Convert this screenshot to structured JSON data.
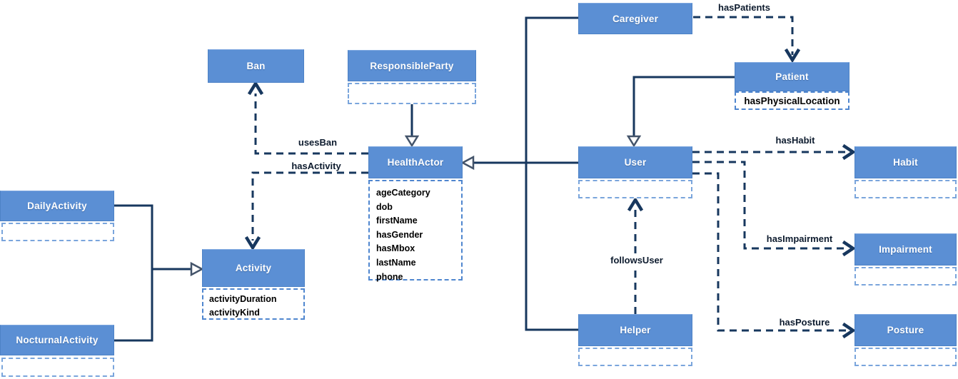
{
  "classes": {
    "ban": {
      "name": "Ban"
    },
    "responsible_party": {
      "name": "ResponsibleParty",
      "attributes": []
    },
    "health_actor": {
      "name": "HealthActor",
      "attributes": [
        "ageCategory",
        "dob",
        "firstName",
        "hasGender",
        "hasMbox",
        "lastName",
        "phone"
      ]
    },
    "caregiver": {
      "name": "Caregiver"
    },
    "patient": {
      "name": "Patient",
      "attributes": [
        "hasPhysicalLocation"
      ]
    },
    "user": {
      "name": "User",
      "attributes": []
    },
    "helper": {
      "name": "Helper",
      "attributes": []
    },
    "habit": {
      "name": "Habit",
      "attributes": []
    },
    "impairment": {
      "name": "Impairment",
      "attributes": []
    },
    "posture": {
      "name": "Posture",
      "attributes": []
    },
    "daily_activity": {
      "name": "DailyActivity",
      "attributes": []
    },
    "nocturnal_activity": {
      "name": "NocturnalActivity",
      "attributes": []
    },
    "activity": {
      "name": "Activity",
      "attributes": [
        "activityDuration",
        "activityKind"
      ]
    }
  },
  "relations": {
    "uses_ban": {
      "label": "usesBan",
      "from": "HealthActor",
      "to": "Ban",
      "style": "dashed-arrow"
    },
    "has_activity": {
      "label": "hasActivity",
      "from": "HealthActor",
      "to": "Activity",
      "style": "dashed-arrow"
    },
    "has_patients": {
      "label": "hasPatients",
      "from": "Caregiver",
      "to": "Patient",
      "style": "dashed-arrow"
    },
    "follows_user": {
      "label": "followsUser",
      "from": "Helper",
      "to": "User",
      "style": "dashed-arrow"
    },
    "has_habit": {
      "label": "hasHabit",
      "from": "User",
      "to": "Habit",
      "style": "dashed-arrow"
    },
    "has_impairment": {
      "label": "hasImpairment",
      "from": "User",
      "to": "Impairment",
      "style": "dashed-arrow"
    },
    "has_posture": {
      "label": "hasPosture",
      "from": "User",
      "to": "Posture",
      "style": "dashed-arrow"
    }
  },
  "generalizations": [
    {
      "from": "Caregiver",
      "to": "HealthActor"
    },
    {
      "from": "User",
      "to": "HealthActor"
    },
    {
      "from": "Helper",
      "to": "HealthActor"
    },
    {
      "from": "ResponsibleParty",
      "to": "HealthActor"
    },
    {
      "from": "Patient",
      "to": "User"
    },
    {
      "from": "DailyActivity",
      "to": "Activity"
    },
    {
      "from": "NocturnalActivity",
      "to": "Activity"
    }
  ],
  "colors": {
    "box_fill": "#5b8fd4",
    "box_text": "#ffffff",
    "line_navy": "#17375e",
    "triangle_stroke": "#44546a",
    "compartment_dash": "#7aa5dc",
    "compartment_dash_filled": "#4f86cf",
    "label_text": "#0d1b2e"
  }
}
